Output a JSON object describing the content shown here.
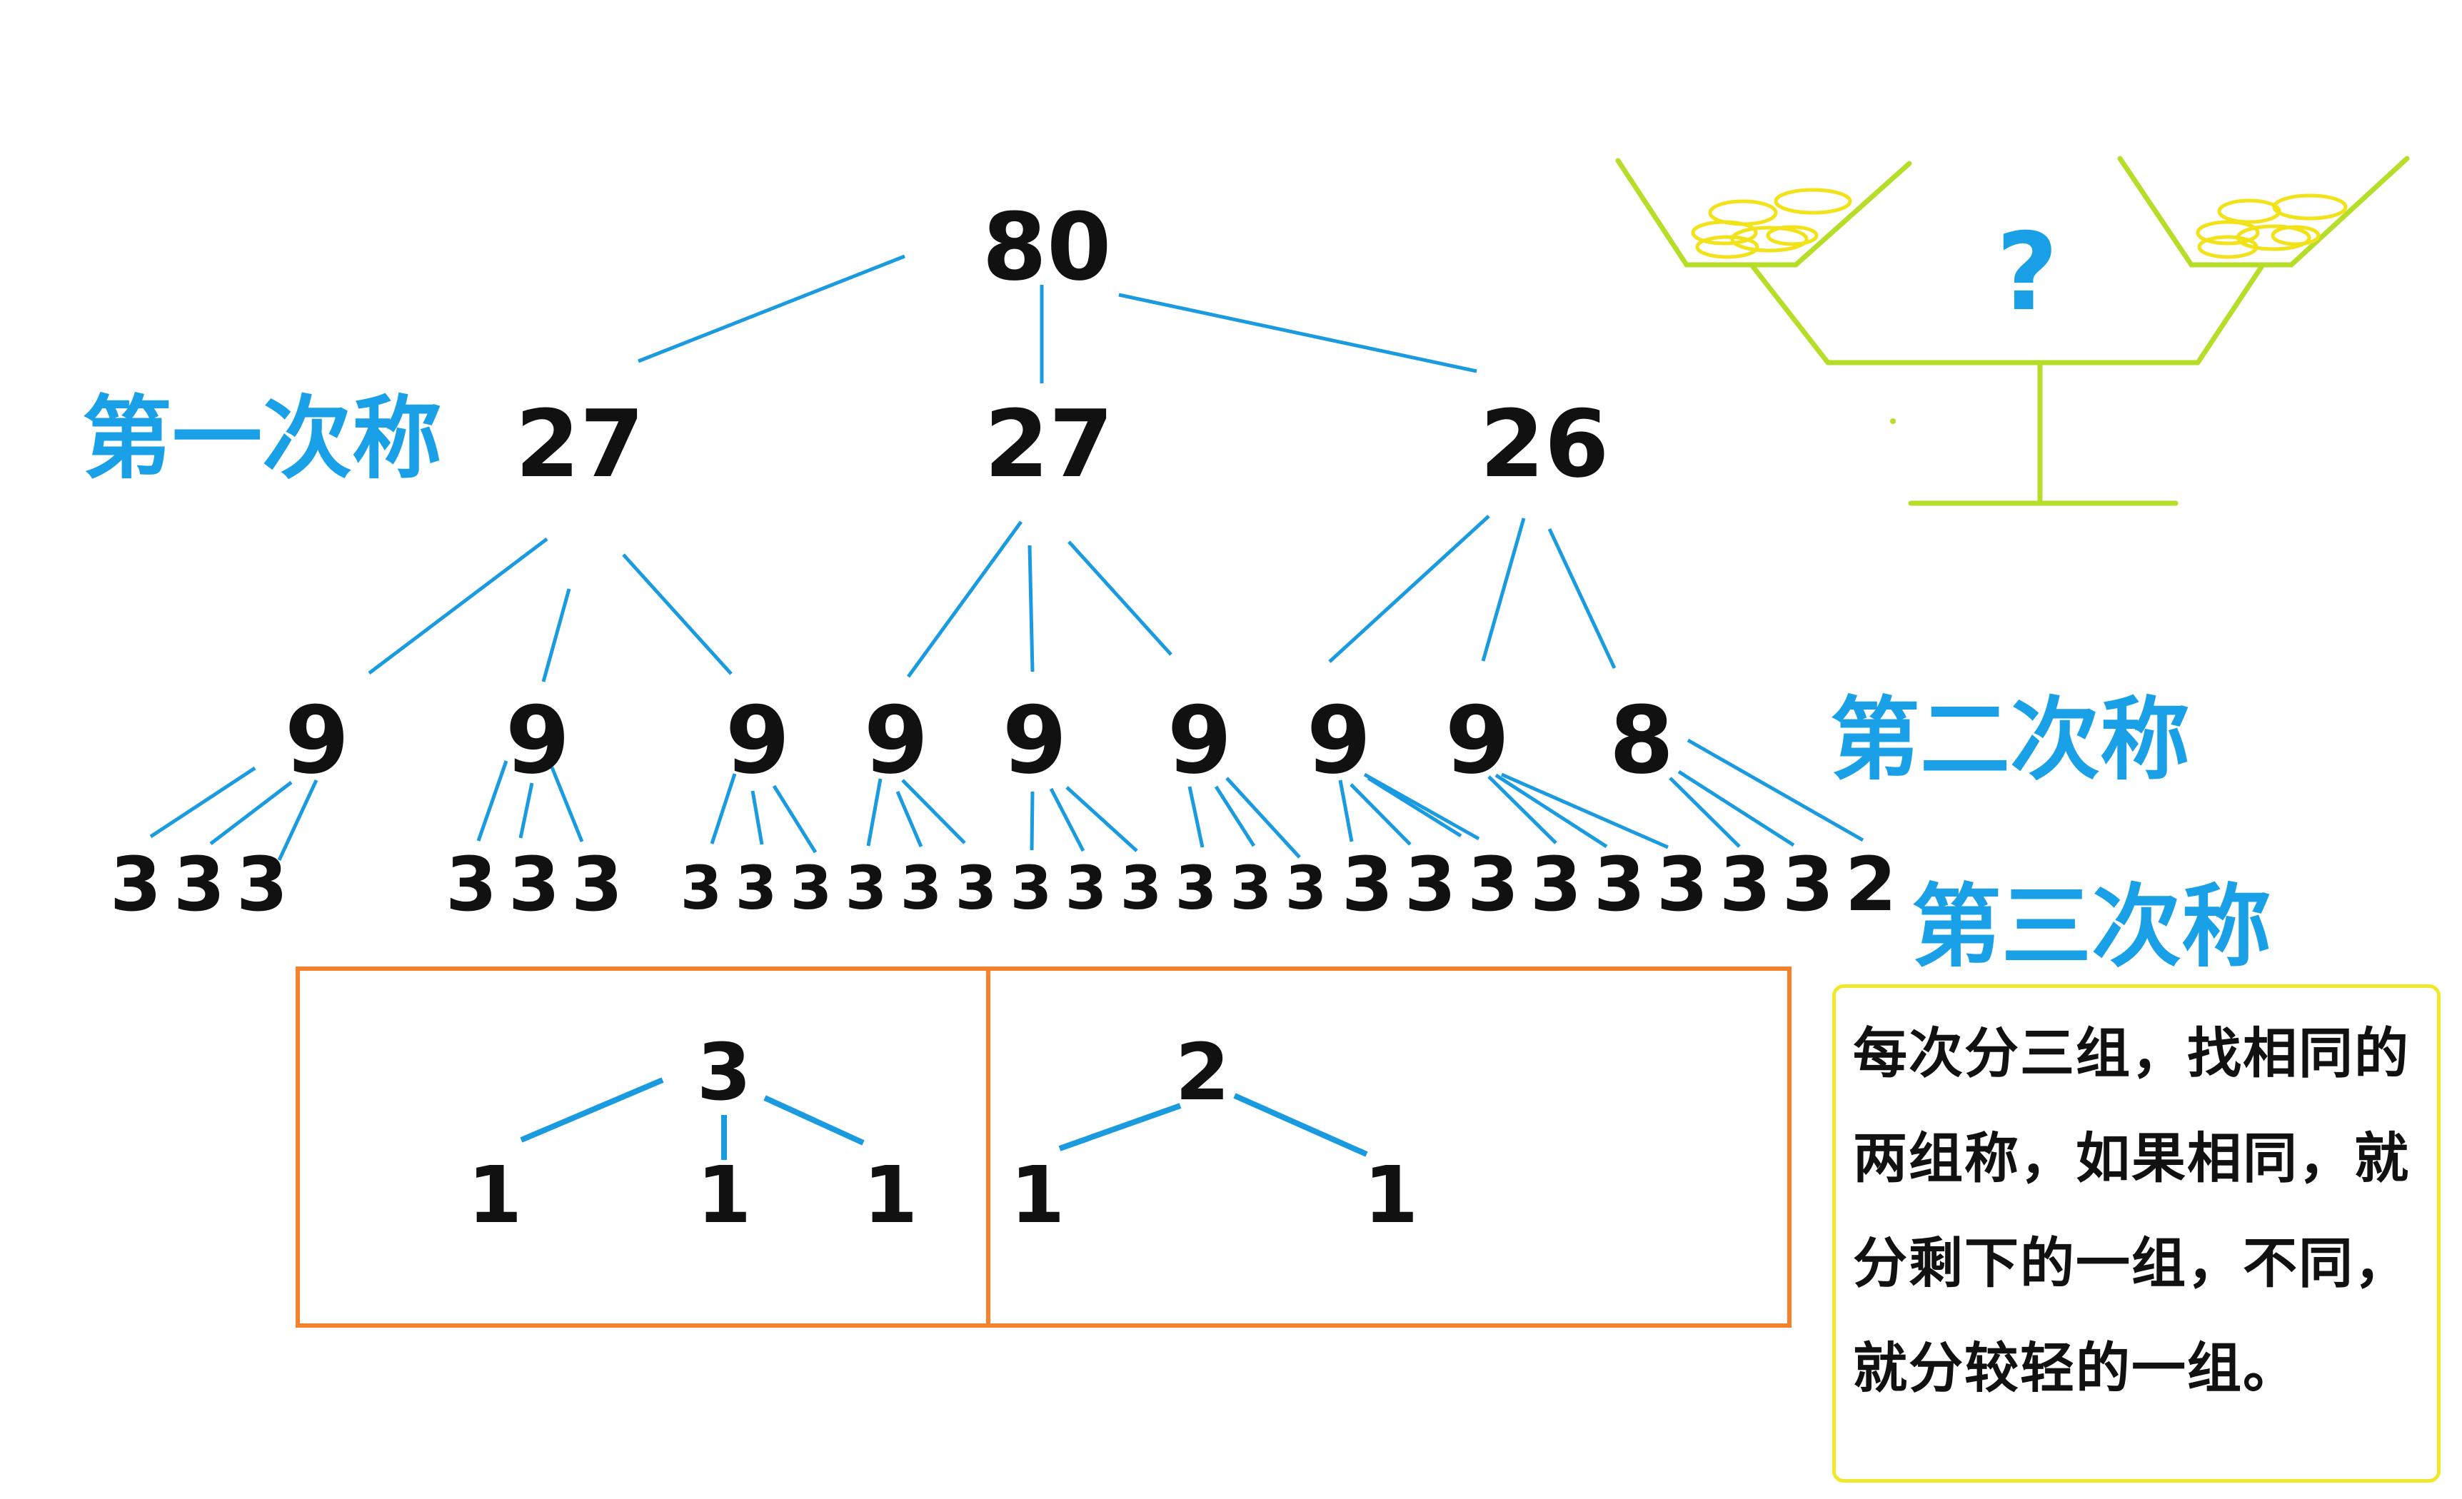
{
  "tree": {
    "root": "80",
    "level1": [
      "27",
      "27",
      "26"
    ],
    "level2": [
      "9",
      "9",
      "9",
      "9",
      "9",
      "9",
      "9",
      "9",
      "8"
    ],
    "level3": [
      "3",
      "3",
      "3",
      "3",
      "3",
      "3",
      "3",
      "3",
      "3",
      "3",
      "3",
      "3",
      "3",
      "3",
      "3",
      "3",
      "3",
      "3",
      "3",
      "3",
      "3",
      "3",
      "3",
      "3",
      "3",
      "3",
      "2"
    ]
  },
  "labels": {
    "first": "第一次称",
    "second": "第二次称",
    "third": "第三次称"
  },
  "boxes": {
    "left": {
      "root": "3",
      "leaves": [
        "1",
        "1",
        "1"
      ]
    },
    "right": {
      "root": "2",
      "leaves": [
        "1",
        "1"
      ]
    }
  },
  "balance": {
    "question": "?"
  },
  "note": "每次分三组，找相同的两组称，如果相同，就分剩下的一组，不同，就分较轻的一组。",
  "colors": {
    "text": "#111111",
    "label": "#1aa0e6",
    "edge": "#1a9be0",
    "box": "#f5822a",
    "scale": "#b6dd28",
    "coin": "#f2e21a",
    "note_border": "#f0e82a"
  }
}
